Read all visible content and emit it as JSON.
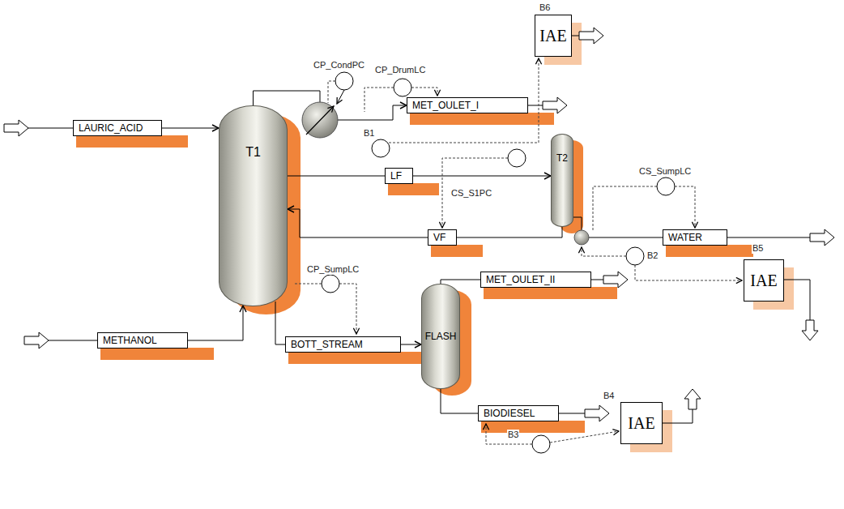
{
  "diagram": {
    "nodes": [
      {
        "text": [
          "IAE"
        ]
      },
      {
        "text": [
          "LAURIC_ACID"
        ]
      },
      {
        "text": [
          "MET_OULET_I"
        ]
      },
      {
        "text": [
          "T1"
        ]
      },
      {
        "text": [
          "LF"
        ]
      },
      {
        "text": [
          "T2"
        ]
      },
      {
        "text": [
          "VF"
        ]
      },
      {
        "text": [
          "WATER"
        ]
      },
      {
        "text": [
          "IAE"
        ]
      },
      {
        "text": [
          "MET_OULET_II"
        ]
      },
      {
        "text": [
          "METHANOL"
        ]
      },
      {
        "text": [
          "BOTT_STREAM"
        ]
      },
      {
        "text": [
          "FLASH"
        ]
      },
      {
        "text": [
          "BIODIESEL"
        ]
      },
      {
        "text": [
          "IAE"
        ]
      }
    ],
    "edges": [
      {
        "from": 1,
        "to": 3,
        "arrow": "to"
      },
      {
        "from": 3,
        "to": 2,
        "arrow": "to"
      },
      {
        "from": 3,
        "to": 4,
        "arrow": "none"
      },
      {
        "from": 4,
        "to": 5,
        "arrow": "to"
      },
      {
        "from": 5,
        "to": 6,
        "arrow": "none"
      },
      {
        "from": 6,
        "to": 3,
        "arrow": "to"
      },
      {
        "from": 5,
        "to": 7,
        "arrow": "none"
      },
      {
        "from": 10,
        "to": 3,
        "arrow": "to"
      },
      {
        "from": 3,
        "to": 11,
        "arrow": "none"
      },
      {
        "from": 11,
        "to": 12,
        "arrow": "to"
      },
      {
        "from": 12,
        "to": 9,
        "arrow": "none"
      },
      {
        "from": 12,
        "to": 13,
        "arrow": "none"
      }
    ],
    "labels": [
      "CP_CondPC",
      "CP_DrumLC",
      "B6",
      "B1",
      "CS_S1PC",
      "CS_SumpLC",
      "B5",
      "B2",
      "CP_SumpLC",
      "B4",
      "B3"
    ]
  }
}
